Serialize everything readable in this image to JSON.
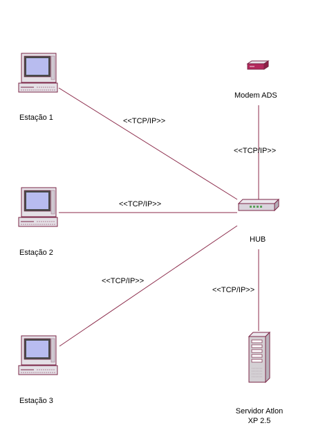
{
  "nodes": {
    "station1": {
      "label": "Estação 1"
    },
    "station2": {
      "label": "Estação 2"
    },
    "station3": {
      "label": "Estação 3"
    },
    "modem": {
      "label": "Modem ADS"
    },
    "hub": {
      "label": "HUB"
    },
    "server": {
      "label_line1": "Servidor Atlon",
      "label_line2": "XP 2.5"
    }
  },
  "connections": [
    {
      "from": "Estação 1",
      "to": "HUB",
      "label": "<<TCP/IP>>"
    },
    {
      "from": "Estação 2",
      "to": "HUB",
      "label": "<<TCP/IP>>"
    },
    {
      "from": "Estação 3",
      "to": "HUB",
      "label": "<<TCP/IP>>"
    },
    {
      "from": "Modem ADS",
      "to": "HUB",
      "label": "<<TCP/IP>>"
    },
    {
      "from": "HUB",
      "to": "Servidor Atlon XP 2.5",
      "label": "<<TCP/IP>>"
    }
  ],
  "colors": {
    "link": "#8b2a4a",
    "device_fill": "#d9d4dc",
    "device_stroke": "#7a2445",
    "screen": "#b8bcef",
    "server_fill": "#d4d0d4"
  }
}
